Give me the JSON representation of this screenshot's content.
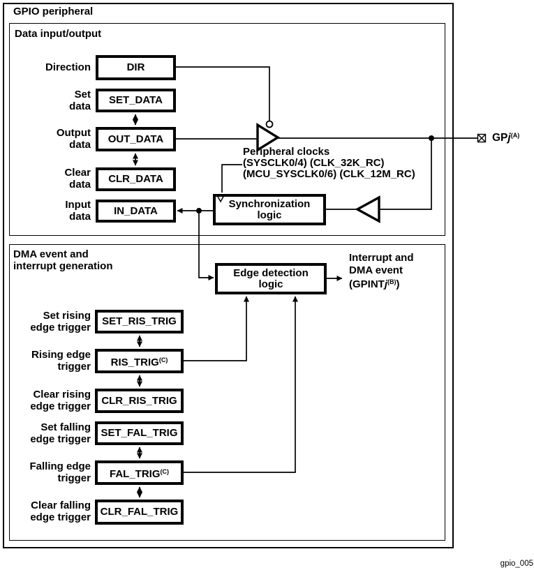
{
  "app": {
    "title": "GPIO peripheral"
  },
  "figure_id": "gpio_005",
  "colors": {
    "background": "#ffffff",
    "line": "#000000"
  },
  "sections": {
    "data_io_title": "Data input/output",
    "dma_title": "DMA event and\ninterrupt generation"
  },
  "registers": [
    {
      "label": "Direction",
      "name": "DIR"
    },
    {
      "label": "Set\ndata",
      "name": "SET_DATA"
    },
    {
      "label": "Output\ndata",
      "name": "OUT_DATA"
    },
    {
      "label": "Clear\ndata",
      "name": "CLR_DATA"
    },
    {
      "label": "Input\ndata",
      "name": "IN_DATA"
    },
    {
      "label": "Set rising\nedge trigger",
      "name": "SET_RIS_TRIG"
    },
    {
      "label": "Rising edge\ntrigger",
      "name": "RIS_TRIG",
      "sup": "(C)"
    },
    {
      "label": "Clear rising\nedge trigger",
      "name": "CLR_RIS_TRIG"
    },
    {
      "label": "Set falling\nedge trigger",
      "name": "SET_FAL_TRIG"
    },
    {
      "label": "Falling edge\ntrigger",
      "name": "FAL_TRIG",
      "sup": "(C)"
    },
    {
      "label": "Clear falling\nedge trigger",
      "name": "CLR_FAL_TRIG"
    }
  ],
  "blocks": {
    "sync": "Synchronization\nlogic",
    "edge": "Edge detection\nlogic"
  },
  "clocks_text": "Peripheral clocks\n(SYSCLK0/4) (CLK_32K_RC)\n(MCU_SYSCLK0/6) (CLK_12M_RC)",
  "pin": {
    "prefix": "GP",
    "var": "j",
    "sup": "(A)"
  },
  "interrupt": {
    "line1": "Interrupt and",
    "line2": "DMA event",
    "pin_prefix": "(GPINT",
    "pin_var": "j",
    "pin_sup": "(B)",
    "pin_suffix": ")"
  }
}
